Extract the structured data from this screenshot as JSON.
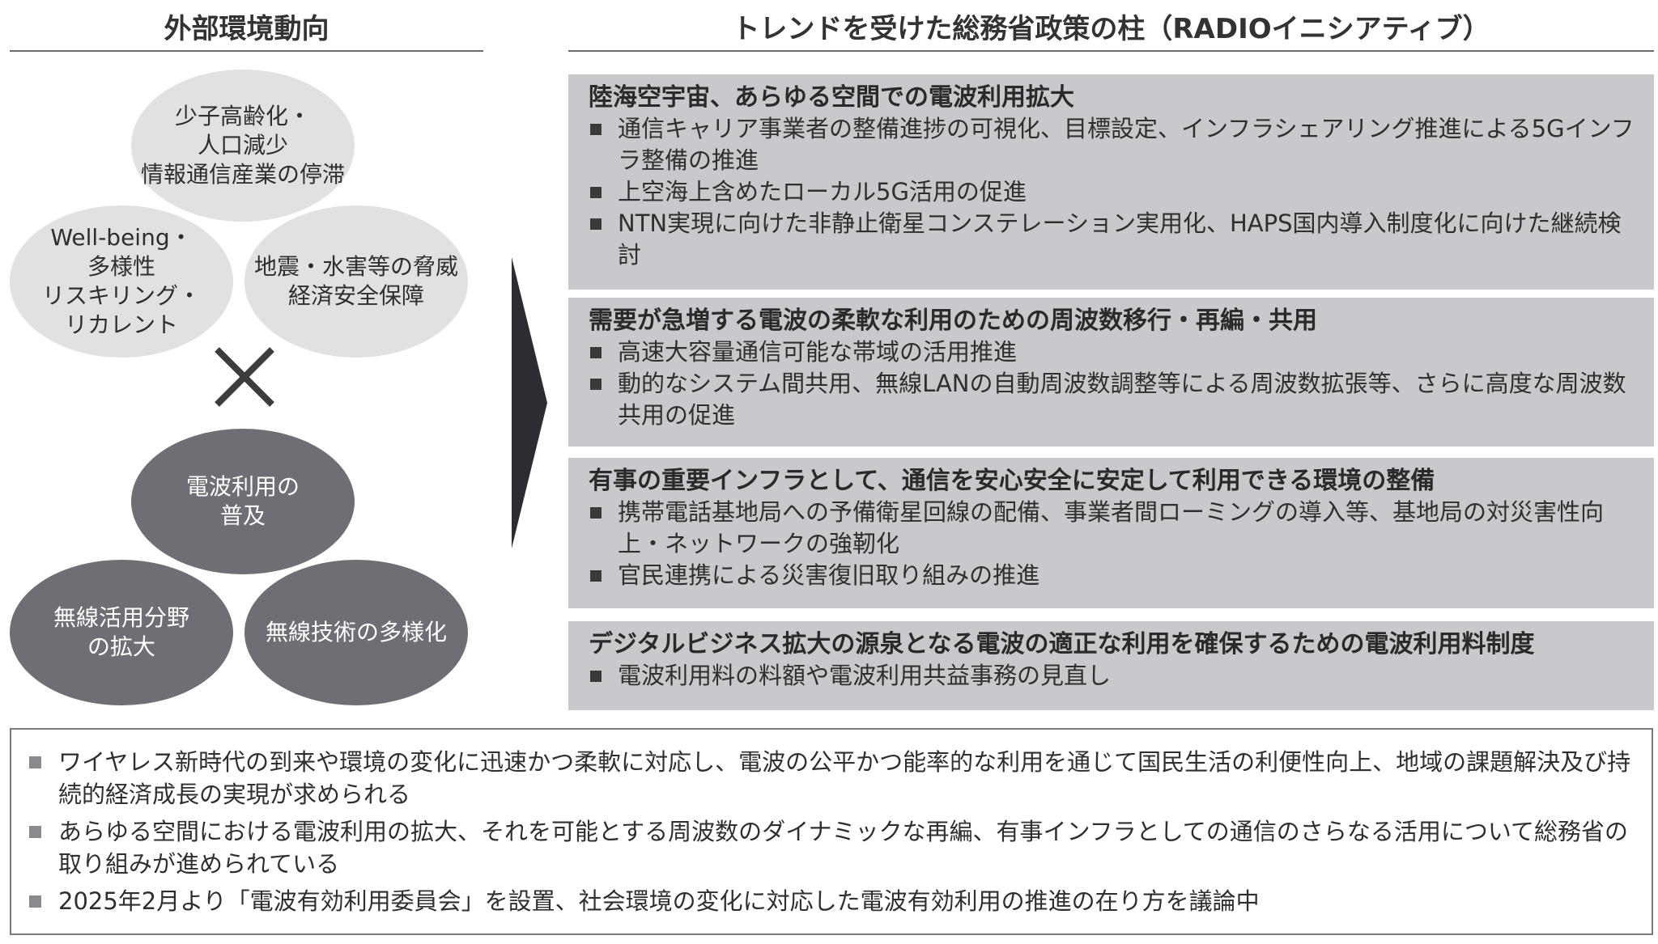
{
  "left_heading": "外部環境動向",
  "right_heading": "トレンドを受けた総務省政策の柱（RADIOイニシアティブ）",
  "external_trends": [
    "少子高齢化・\n人口減少\n情報通信産業の停滞",
    "Well-being・\n多様性\nリスキリング・\nリカレント",
    "地震・水害等の脅威\n経済安全保障"
  ],
  "cross_symbol": "×",
  "radio_drivers": [
    "電波利用の\n普及",
    "無線活用分野\nの拡大",
    "無線技術の多様化"
  ],
  "policy_pillars": [
    {
      "title": "陸海空宇宙、あらゆる空間での電波利用拡大",
      "items": [
        "通信キャリア事業者の整備進捗の可視化、目標設定、インフラシェアリング推進による5Gインフラ整備の推進",
        "上空海上含めたローカル5G活用の促進",
        "NTN実現に向けた非静止衛星コンステレーション実用化、HAPS国内導入制度化に向けた継続検討"
      ]
    },
    {
      "title": "需要が急増する電波の柔軟な利用のための周波数移行・再編・共用",
      "items": [
        "高速大容量通信可能な帯域の活用推進",
        "動的なシステム間共用、無線LANの自動周波数調整等による周波数拡張等、さらに高度な周波数共用の促進"
      ]
    },
    {
      "title": "有事の重要インフラとして、通信を安心安全に安定して利用できる環境の整備",
      "items": [
        "携帯電話基地局への予備衛星回線の配備、事業者間ローミングの導入等、基地局の対災害性向上・ネットワークの強靭化",
        "官民連携による災害復旧取り組みの推進"
      ]
    },
    {
      "title": "デジタルビジネス拡大の源泉となる電波の適正な利用を確保するための電波利用料制度",
      "items": [
        "電波利用料の料額や電波利用共益事務の見直し"
      ]
    }
  ],
  "summary": [
    "ワイヤレス新時代の到来や環境の変化に迅速かつ柔軟に対応し、電波の公平かつ能率的な利用を通じて国民生活の利便性向上、地域の課題解決及び持続的経済成長の実現が求められる",
    "あらゆる空間における電波利用の拡大、それを可能とする周波数のダイナミックな再編、有事インフラとしての通信のさらなる活用について総務省の取り組みが進められている",
    "2025年2月より「電波有効利用委員会」を設置、社会環境の変化に対応した電波有効利用の推進の在り方を議論中"
  ]
}
